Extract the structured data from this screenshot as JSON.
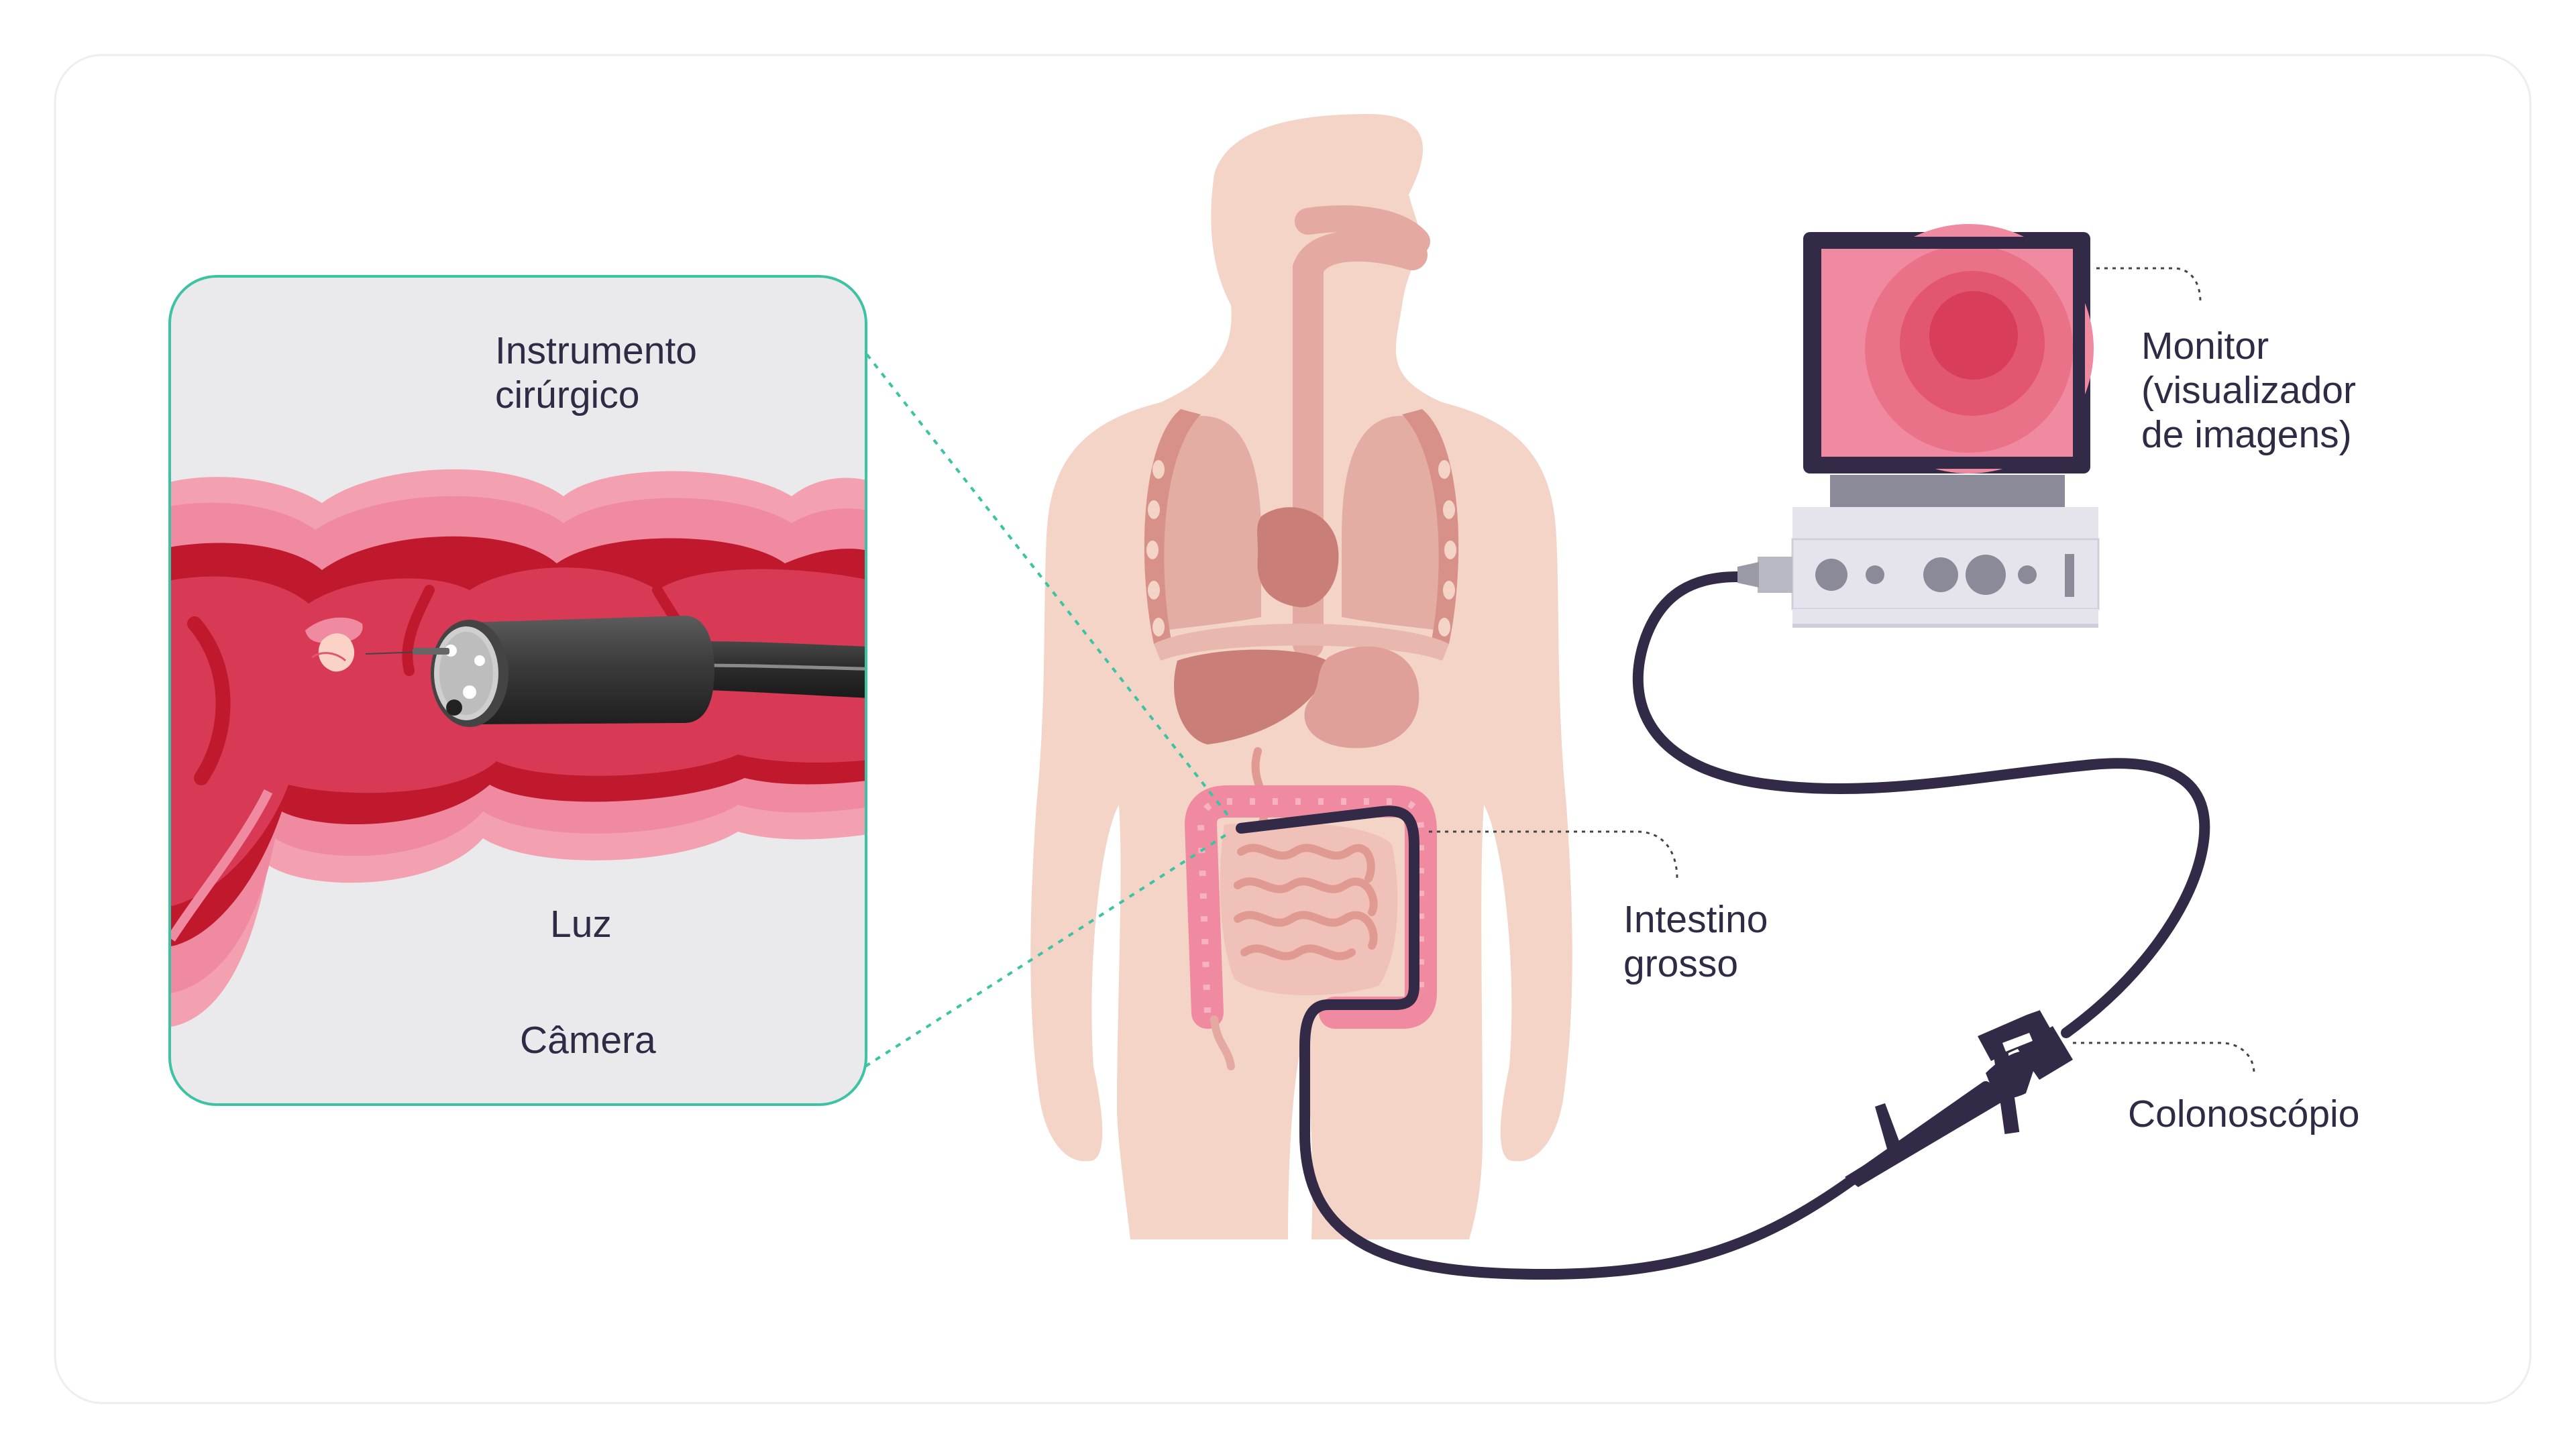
{
  "labels": {
    "instrumento": [
      "Instrumento",
      "cirúrgico"
    ],
    "luz": "Luz",
    "camera": "Câmera",
    "monitor": [
      "Monitor",
      "(visualizador",
      "de imagens)"
    ],
    "intestino": [
      "Intestino",
      "grosso"
    ],
    "colonoscopio": "Colonoscópio"
  },
  "colors": {
    "skin": "#f3d4c7",
    "organ": "#dfa09a",
    "organ_dark": "#c97f78",
    "colon_pink": "#f08aa0",
    "tissue_dark": "#c0192d",
    "tissue_mid": "#d83a55",
    "cable": "#332a48",
    "inset_border": "#3cc3a3",
    "inset_bg": "#eaeaec",
    "text": "#2f2b45"
  },
  "icons": [
    "endoscope-tip-icon",
    "monitor-icon",
    "colonoscope-handle-icon",
    "human-body-icon"
  ]
}
